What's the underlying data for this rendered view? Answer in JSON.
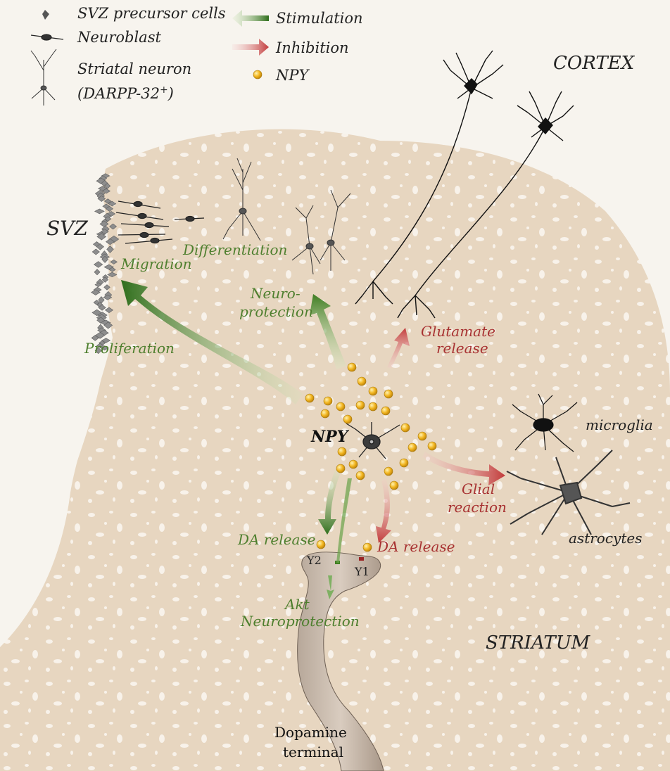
{
  "legend": {
    "svz_cells": "SVZ precursor cells",
    "neuroblast": "Neuroblast",
    "striatal_neuron_line1": "Striatal neuron",
    "striatal_neuron_line2": "(DARPP-32",
    "striatal_neuron_sup": "+",
    "striatal_neuron_close": ")",
    "stimulation": "Stimulation",
    "inhibition": "Inhibition",
    "npy": "NPY"
  },
  "regions": {
    "cortex": "CORTEX",
    "striatum": "STRIATUM",
    "svz": "SVZ"
  },
  "effects": {
    "differentiation": "Differentiation",
    "migration": "Migration",
    "neuroprotection_line1": "Neuro-",
    "neuroprotection_line2": "protection",
    "proliferation": "Proliferation",
    "glutamate_line1": "Glutamate",
    "glutamate_line2": "release",
    "glial_line1": "Glial",
    "glial_line2": "reaction",
    "npy_center": "NPY",
    "da_release_left": "DA release",
    "da_release_right": "DA release",
    "akt_line1": "Akt",
    "akt_line2": "Neuroprotection",
    "microglia": "microglia",
    "astrocytes": "astrocytes",
    "y2": "Y2",
    "y1": "Y1",
    "dopamine_line1": "Dopamine",
    "dopamine_line2": "terminal"
  },
  "colors": {
    "stimulation": "#4f8a2c",
    "inhibition": "#c23b3b",
    "npy_dot": "#f2b51f",
    "tissue": "#e7d6c0",
    "green_text": "#4e7f2e",
    "red_text": "#a83232"
  }
}
